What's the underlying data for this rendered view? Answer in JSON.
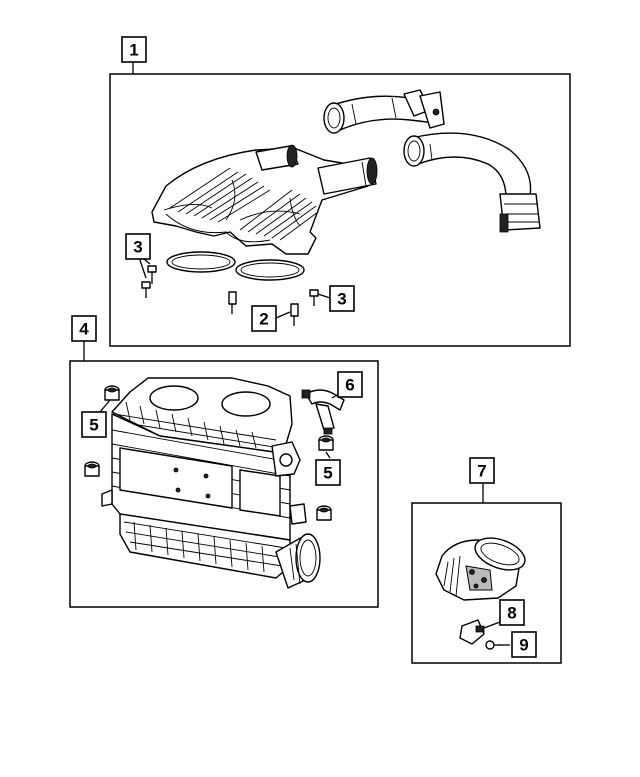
{
  "callouts": [
    {
      "id": "callout-1",
      "label": "1"
    },
    {
      "id": "callout-2",
      "label": "2"
    },
    {
      "id": "callout-3a",
      "label": "3"
    },
    {
      "id": "callout-3b",
      "label": "3"
    },
    {
      "id": "callout-4",
      "label": "4"
    },
    {
      "id": "callout-5a",
      "label": "5"
    },
    {
      "id": "callout-5b",
      "label": "5"
    },
    {
      "id": "callout-6",
      "label": "6"
    },
    {
      "id": "callout-7",
      "label": "7"
    },
    {
      "id": "callout-8",
      "label": "8"
    },
    {
      "id": "callout-9",
      "label": "9"
    }
  ]
}
